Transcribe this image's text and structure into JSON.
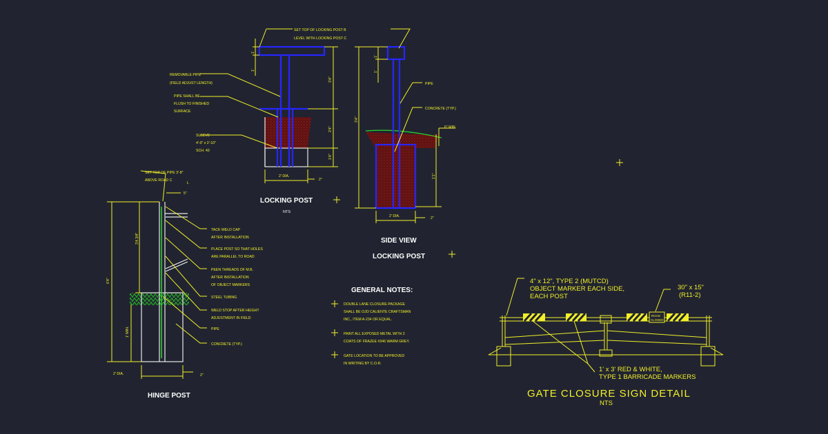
{
  "colors": {
    "background": "#212430",
    "annotation": "#f2ef2a",
    "post": "#2626ff",
    "concrete": "#8b1a1a",
    "grade": "#2bd62b"
  },
  "locking_post": {
    "title": "LOCKING POST",
    "scale": "NTS",
    "notes": [
      "SET TOP OF LOCKING POST B",
      "LEVEL WITH LOCKING POST C",
      "REMOVABLE PIPE",
      "(FIELD ADJUST LENGTH)",
      "PIPE SHALL BE",
      "FLUSH TO FINISHED",
      "SURFACE",
      "SLEEVE",
      "4'-0\" x 2'-10\"",
      "SCH. 40"
    ],
    "dims": [
      "1'",
      "1'",
      "3'4\"",
      "2'4\"",
      "1'4\"",
      "2' DIA.",
      "2\""
    ]
  },
  "side_view": {
    "title": "SIDE VIEW",
    "subtitle": "LOCKING POST",
    "notes": [
      "PIPE",
      "CONCRETE (TYP.)",
      "6\" MIN."
    ],
    "dims": [
      "1'",
      "1'",
      "3'4\"",
      "1'1\"",
      "2' DIA.",
      "2\""
    ]
  },
  "hinge_post": {
    "title": "HINGE POST",
    "notes": [
      "SET TOP OF PIPE 3'-8\"",
      "ABOVE ROAD C",
      "TACK WELD CAP",
      "AFTER INSTALLATION",
      "PLACE POST SO THAT HOLES",
      "ARE PARALLEL TO ROAD",
      "PEEN THREADS OF M.B.",
      "AFTER INSTALLATION",
      "OF OBJECT MARKERS",
      "STEEL TUBING",
      "WELD STOP AFTER HEIGHT",
      "ADJUSTMENT IN FIELD",
      "PIPE",
      "CONCRETE (TYP.)"
    ],
    "dims": [
      "L",
      "5\"",
      "3'4 3/4\"",
      "6'4\"",
      "1' MIN.",
      "2' DIA.",
      "2\""
    ]
  },
  "general_notes": {
    "title": "GENERAL NOTES:",
    "items": [
      [
        "DOUBLE LANE CLOSURE PACKAGE",
        "SHALL BE OJO CALIENTE CRAFTSMAN",
        "INC., ITEM A-234 OR EQUAL."
      ],
      [
        "PAINT ALL EXPOSED METAL WITH 2",
        "COATS OF FRAZEE #346 WARM GREY."
      ],
      [
        "GATE LOCATION TO BE APPROVED",
        "IN WRITING BY C.O.R."
      ]
    ]
  },
  "gate_detail": {
    "title": "GATE CLOSURE SIGN DETAIL",
    "scale": "NTS",
    "object_marker": [
      "4\" x 12\", TYPE 2 (MUTCD)",
      "OBJECT MARKER EACH SIDE,",
      "EACH POST"
    ],
    "sign": [
      "30\" x 15\"",
      "(R11-2)"
    ],
    "sign_text": [
      "ROAD",
      "CLOSED"
    ],
    "barricade": [
      "1' x 3' RED & WHITE,",
      "TYPE 1 BARRICADE MARKERS"
    ]
  }
}
